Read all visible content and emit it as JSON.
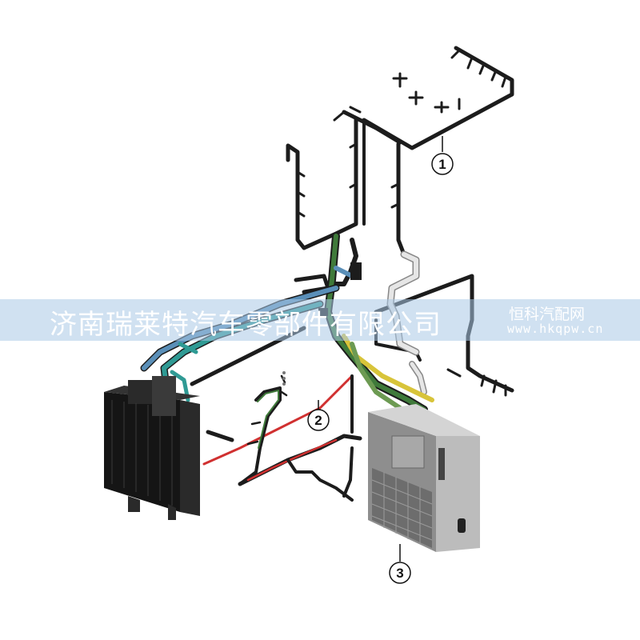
{
  "callouts": [
    {
      "number": "1"
    },
    {
      "number": "2"
    },
    {
      "number": "3"
    }
  ],
  "watermark": {
    "company": "济南瑞莱特汽车零部件有限公司",
    "site_name": "恒科汽配网",
    "site_url": "www.hkqpw.cn"
  },
  "colors": {
    "harness_black": "#1c1c1c",
    "harness_blue": "#5a8fb8",
    "harness_teal": "#2f9a94",
    "harness_green": "#3f7a3a",
    "harness_yellow": "#d8c43a",
    "harness_red": "#d03030",
    "harness_white": "#e6e6e6",
    "radiator": "#151515",
    "cabinet": "#bcbcbc",
    "banner": "#a9c9e6"
  }
}
